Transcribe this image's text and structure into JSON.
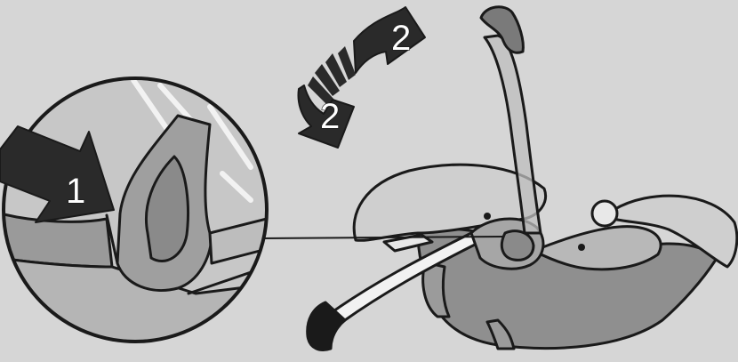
{
  "figure": {
    "background_color": "#d6d6d6",
    "steps": [
      {
        "label": "1",
        "icon": "press-arrow-icon"
      },
      {
        "label": "2",
        "icon": "rotate-arrow-icon"
      },
      {
        "label": "2",
        "icon": "rotate-arrow-icon"
      }
    ],
    "parts": {
      "seat": "infant-car-seat",
      "handle": "carry-handle",
      "detail": "handle-pivot-detail-magnifier"
    }
  }
}
